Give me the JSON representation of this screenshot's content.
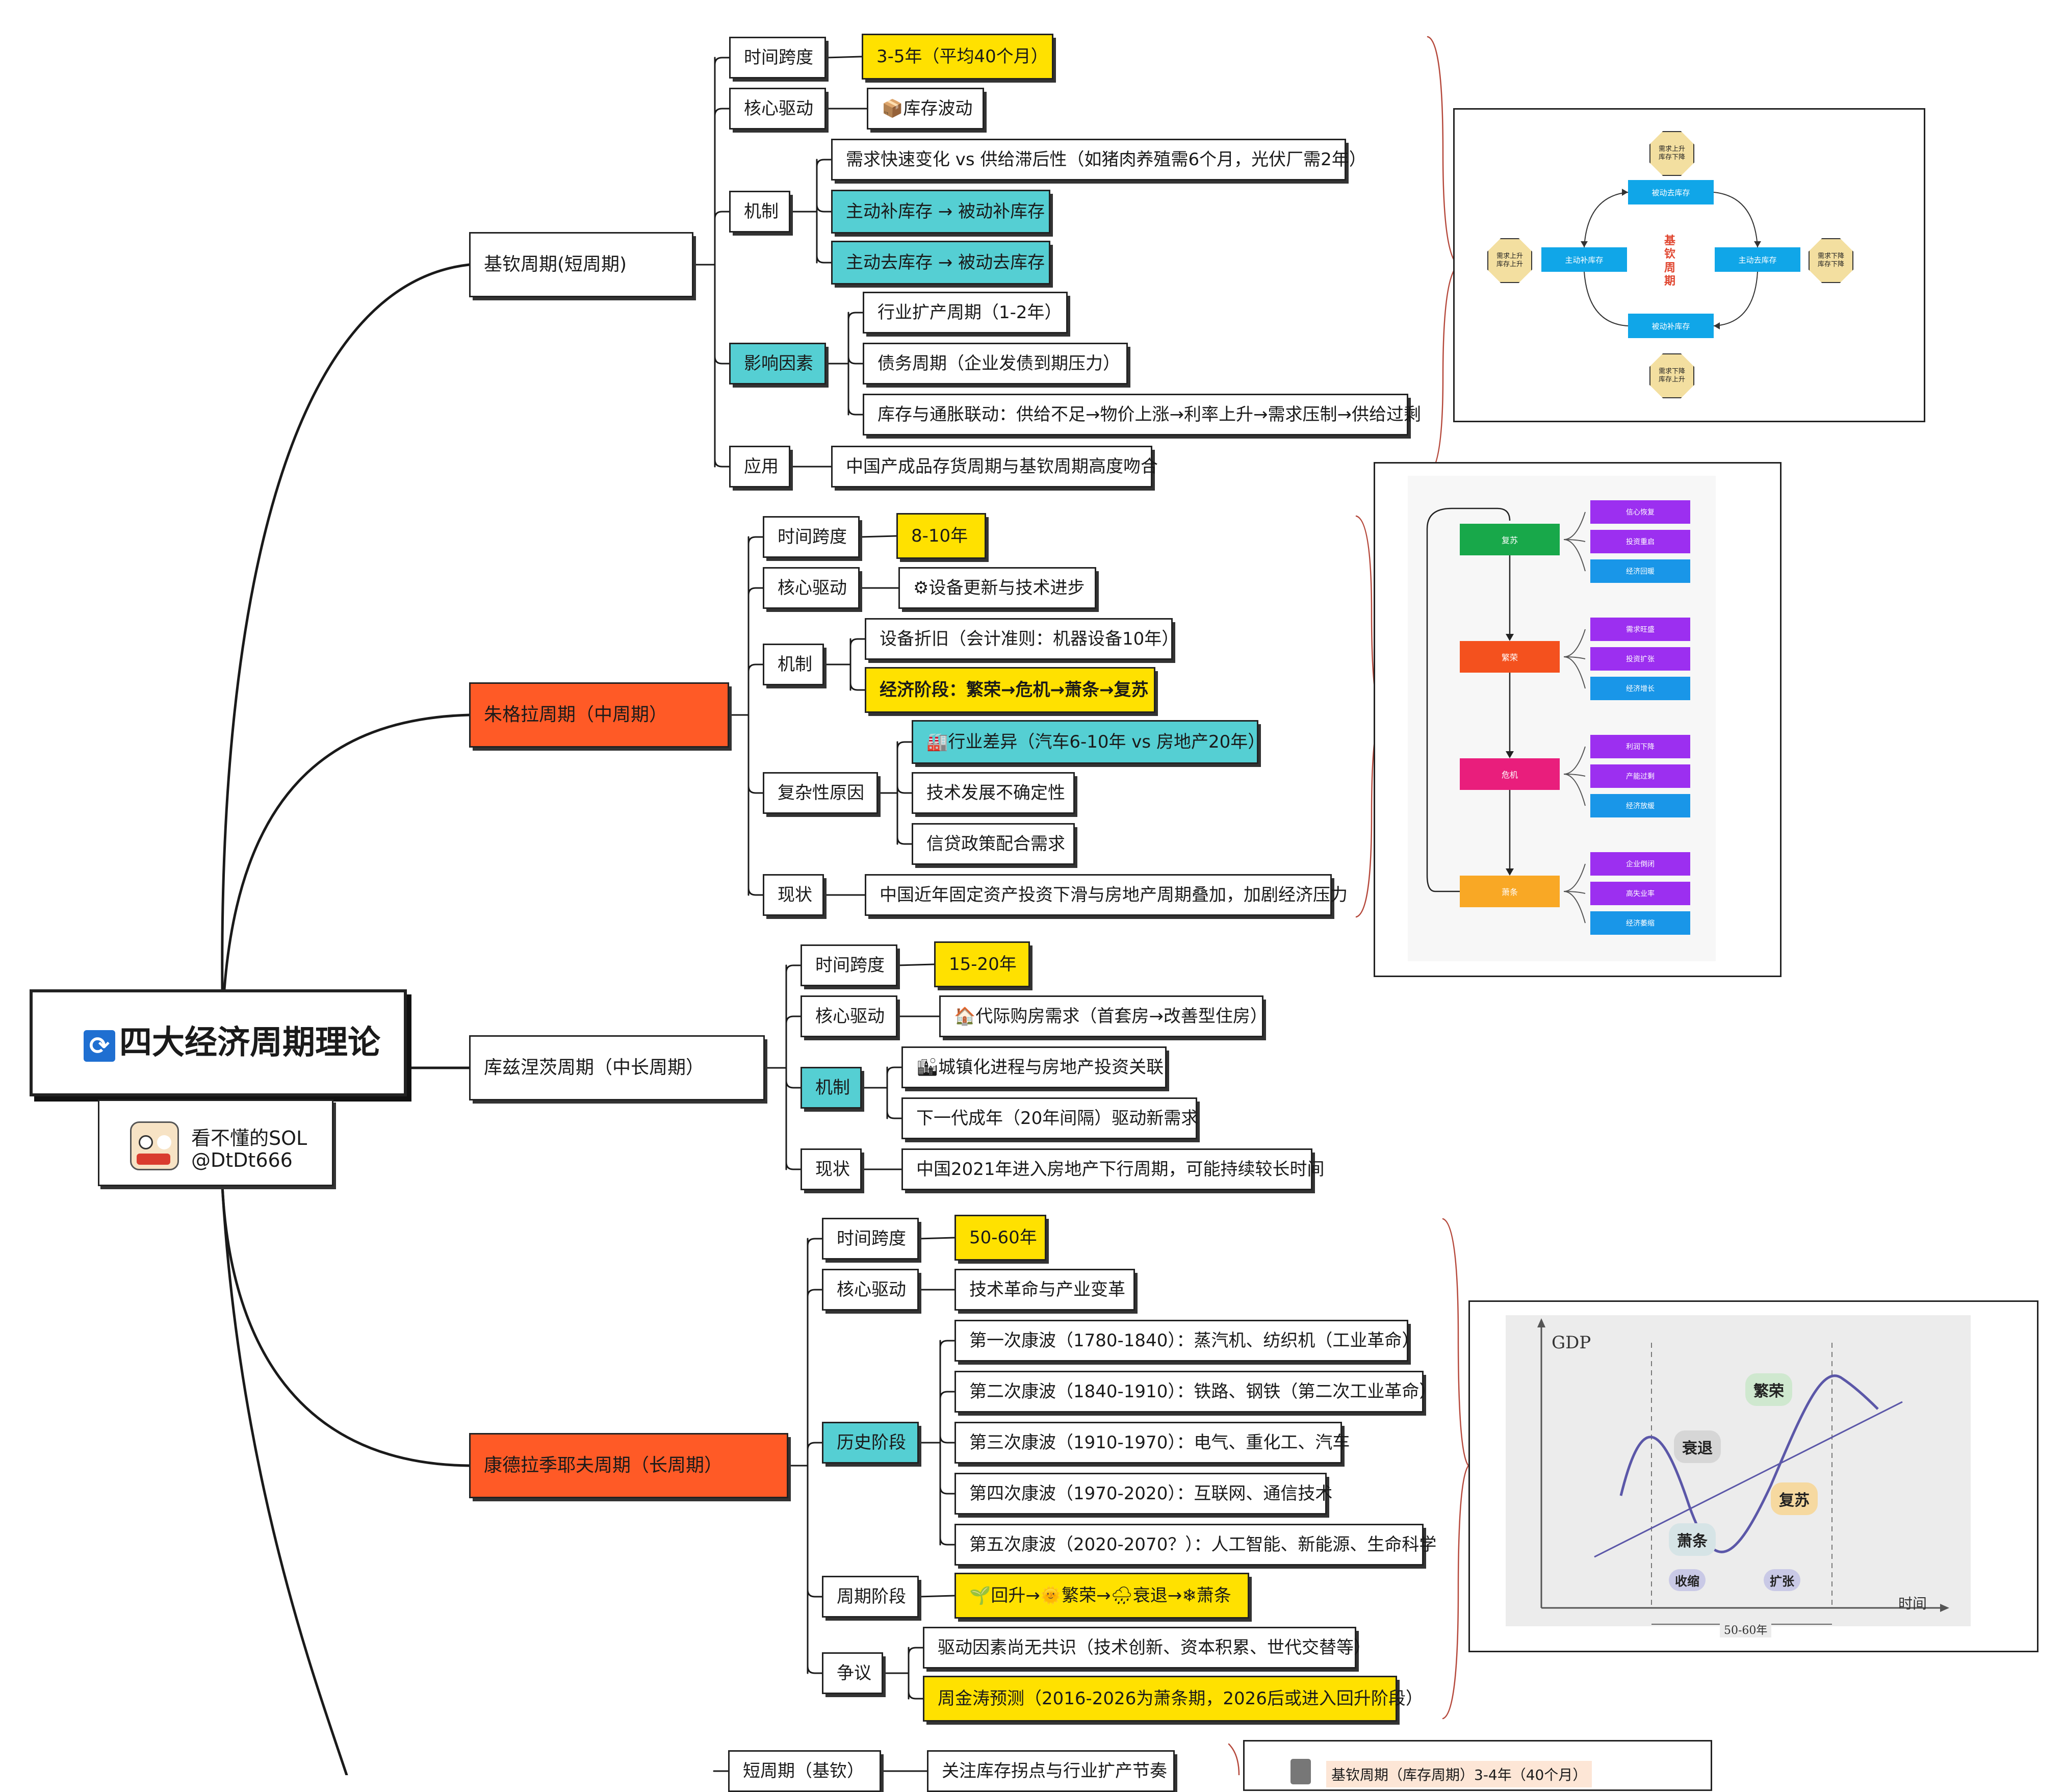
{
  "root": {
    "title": "四大经济周期理论",
    "icon": "refresh-icon"
  },
  "author": {
    "name": "看不懂的SOL",
    "handle": "@DtDt666",
    "avatar": "owl-avatar-icon"
  },
  "juglar": {
    "title": "基钦周期(短周期)",
    "span_label": "时间跨度",
    "span_value": "3-5年（平均40个月）",
    "driver_label": "核心驱动",
    "driver_value": "📦库存波动",
    "mech_label": "机制",
    "mech_items": [
      "需求快速变化 vs 供给滞后性（如猪肉养殖需6个月，光伏厂需2年）",
      "主动补库存 → 被动补库存",
      "主动去库存 → 被动去库存"
    ],
    "factor_label": "影响因素",
    "factor_items": [
      "行业扩产周期（1-2年）",
      "债务周期（企业发债到期压力）",
      "库存与通胀联动：供给不足→物价上涨→利率上升→需求压制→供给过剩"
    ],
    "app_label": "应用",
    "app_value": "中国产成品存货周期与基钦周期高度吻合"
  },
  "juglar2": {
    "title": "朱格拉周期（中周期）",
    "span_label": "时间跨度",
    "span_value": "8-10年",
    "driver_label": "核心驱动",
    "driver_value": "⚙设备更新与技术进步",
    "mech_label": "机制",
    "mech_items": [
      "设备折旧（会计准则：机器设备10年）",
      "经济阶段：繁荣→危机→萧条→复苏"
    ],
    "complex_label": "复杂性原因",
    "complex_items": [
      "🏭行业差异（汽车6-10年 vs 房地产20年）",
      "技术发展不确定性",
      "信贷政策配合需求"
    ],
    "status_label": "现状",
    "status_value": "中国近年固定资产投资下滑与房地产周期叠加，加剧经济压力"
  },
  "kuznets": {
    "title": "库兹涅茨周期（中长周期）",
    "span_label": "时间跨度",
    "span_value": "15-20年",
    "driver_label": "核心驱动",
    "driver_value": "🏠代际购房需求（首套房→改善型住房）",
    "mech_label": "机制",
    "mech_items": [
      "🏙城镇化进程与房地产投资关联",
      "下一代成年（20年间隔）驱动新需求"
    ],
    "status_label": "现状",
    "status_value": "中国2021年进入房地产下行周期，可能持续较长时间"
  },
  "kondratieff": {
    "title": "康德拉季耶夫周期（长周期）",
    "span_label": "时间跨度",
    "span_value": "50-60年",
    "driver_label": "核心驱动",
    "driver_value": "技术革命与产业变革",
    "history_label": "历史阶段",
    "history_items": [
      "第一次康波（1780-1840）：蒸汽机、纺织机（工业革命）",
      "第二次康波（1840-1910）：铁路、钢铁（第二次工业革命）",
      "第三次康波（1910-1970）：电气、重化工、汽车",
      "第四次康波（1970-2020）：互联网、通信技术",
      "第五次康波（2020-2070？）：人工智能、新能源、生命科学"
    ],
    "phase_label": "周期阶段",
    "phase_value": "🌱回升→🌞繁荣→🌧衰退→❄萧条",
    "debate_label": "争议",
    "debate_items": [
      "驱动因素尚无共识（技术创新、资本积累、世代交替等）",
      "周金涛预测（2016-2026为萧条期，2026后或进入回升阶段）"
    ]
  },
  "bottom": {
    "short_label": "短周期（基钦）",
    "short_value": "关注库存拐点与行业扩产节奏",
    "panel_text": "基钦周期（库存周期）3-4年（40个月）"
  },
  "img_kitchin": {
    "center": "基钦周期",
    "boxes": [
      "被动去库存",
      "主动补库存",
      "主动去库存",
      "被动补库存"
    ],
    "octs": [
      "需求上升\n库存下降",
      "需求上升\n库存上升",
      "需求下降\n库存下降",
      "需求下降\n库存上升"
    ]
  },
  "img_phases": {
    "phases": [
      {
        "name": "复苏",
        "color": "#18a84a",
        "items": [
          "信心恢复",
          "投资重启",
          "经济回暖"
        ]
      },
      {
        "name": "繁荣",
        "color": "#f4511e",
        "items": [
          "需求旺盛",
          "投资扩张",
          "经济增长"
        ]
      },
      {
        "name": "危机",
        "color": "#e91e7c",
        "items": [
          "利润下降",
          "产能过剩",
          "经济放缓"
        ]
      },
      {
        "name": "萧条",
        "color": "#f9a825",
        "items": [
          "企业倒闭",
          "高失业率",
          "经济萎缩"
        ]
      }
    ]
  },
  "img_wave": {
    "ylabel": "GDP",
    "xlabel": "时间",
    "tags": [
      "繁荣",
      "衰退",
      "复苏",
      "萧条"
    ],
    "bottom_tags": [
      "收缩",
      "扩张"
    ],
    "span": "50-60年"
  },
  "colors": {
    "orange": "#ff5a26",
    "yellow": "#ffe100",
    "cyan": "#55cfd3",
    "bracket": "#b5483b"
  }
}
